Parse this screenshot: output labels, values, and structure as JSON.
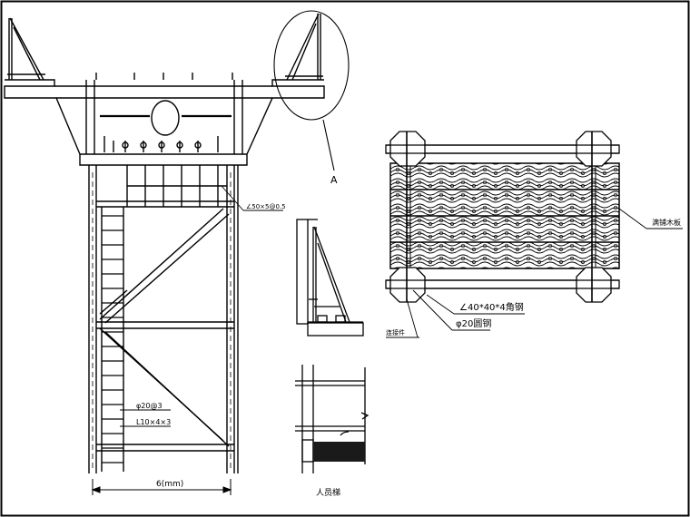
{
  "labels": {
    "detail_marker": "A",
    "pier_spacing_label": "6(mm)",
    "rung_label_1": "φ20@3",
    "rung_label_2": "L10×4×3",
    "scaffold_note": "∠50×5@0.5",
    "wood_board": "满铺木板",
    "angle_steel": "∠40*40*4角钢",
    "round_steel": "φ20圆钢",
    "connector": "连接件",
    "detail_caption": "人员梯"
  },
  "colors": {
    "line": "#000000",
    "background": "#ffffff",
    "dark_fill": "#1a1a1a"
  }
}
